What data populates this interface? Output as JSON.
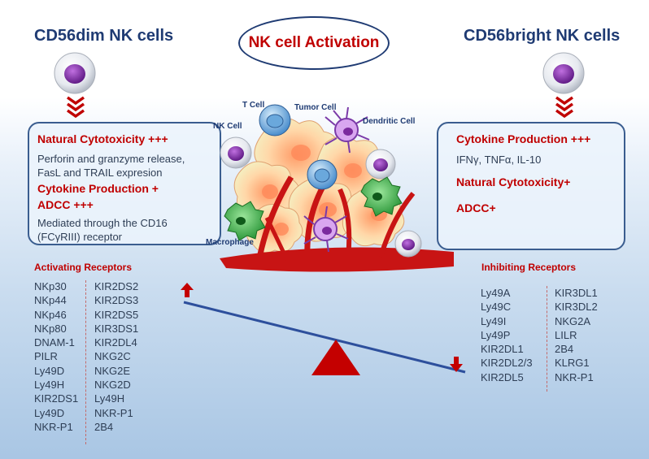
{
  "title": "NK cell Activation",
  "left_header": "CD56dim NK cells",
  "right_header": "CD56bright NK cells",
  "left_panel": {
    "line1": "Natural Cytotoxicity +++",
    "text1a": "Perforin and granzyme release,",
    "text1b": "FasL and TRAIL expresion",
    "line2": "Cytokine Production +",
    "line3": "ADCC +++",
    "text3a": "Mediated through the CD16",
    "text3b": "(FCγRIII) receptor"
  },
  "right_panel": {
    "line1": "Cytokine Production +++",
    "text1": "IFNγ, TNFα, IL-10",
    "line2": "Natural Cytotoxicity+",
    "line3": "ADCC+"
  },
  "cell_labels": {
    "t_cell": "T Cell",
    "tumor_cell": "Tumor Cell",
    "nk_cell": "NK Cell",
    "dendritic_cell": "Dendritic Cell",
    "macrophage": "Macrophage"
  },
  "activating": {
    "title": "Activating Receptors",
    "col1": [
      "NKp30",
      "NKp44",
      "NKp46",
      "NKp80",
      "DNAM-1",
      "PILR",
      "Ly49D",
      "Ly49H",
      "KIR2DS1",
      "Ly49D",
      "NKR-P1"
    ],
    "col2": [
      "KIR2DS2",
      "KIR2DS3",
      "KIR2DS5",
      "KIR3DS1",
      "KIR2DL4",
      "NKG2C",
      "NKG2E",
      "NKG2D",
      "Ly49H",
      "NKR-P1",
      "2B4"
    ]
  },
  "inhibiting": {
    "title": "Inhibiting Receptors",
    "col1": [
      "Ly49A",
      "Ly49C",
      "Ly49I",
      "Ly49P",
      "KIR2DL1",
      "KIR2DL2/3",
      "KIR2DL5"
    ],
    "col2": [
      "KIR3DL1",
      "KIR3DL2",
      "NKG2A",
      "LILR",
      "2B4",
      "KLRG1",
      "NKR-P1"
    ]
  },
  "colors": {
    "title_red": "#c00000",
    "header_blue": "#1f3b73",
    "cell_purple": "#6a1f8a",
    "balance_blue": "#2d4f9c",
    "triangle_red": "#c40000"
  }
}
